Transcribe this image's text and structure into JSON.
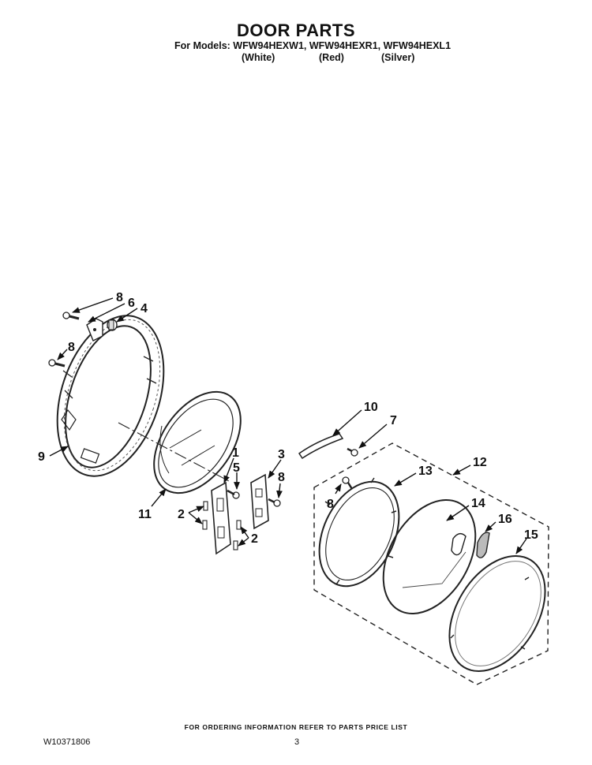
{
  "header": {
    "title": "DOOR PARTS",
    "models_line": "For Models: WFW94HEXW1, WFW94HEXR1, WFW94HEXL1",
    "variants": [
      "(White)",
      "(Red)",
      "(Silver)"
    ]
  },
  "callouts": {
    "c8a": "8",
    "c6": "6",
    "c4": "4",
    "c8b": "8",
    "c9": "9",
    "c11": "11",
    "c1": "1",
    "c5": "5",
    "c2a": "2",
    "c2b": "2",
    "c3": "3",
    "c8c": "8",
    "c10": "10",
    "c7": "7",
    "c12": "12",
    "c13": "13",
    "c8d": "8",
    "c14": "14",
    "c16": "16",
    "c15": "15"
  },
  "footer": {
    "ordering_note": "FOR ORDERING INFORMATION REFER TO PARTS PRICE LIST",
    "doc_number": "W10371806",
    "page_number": "3"
  }
}
